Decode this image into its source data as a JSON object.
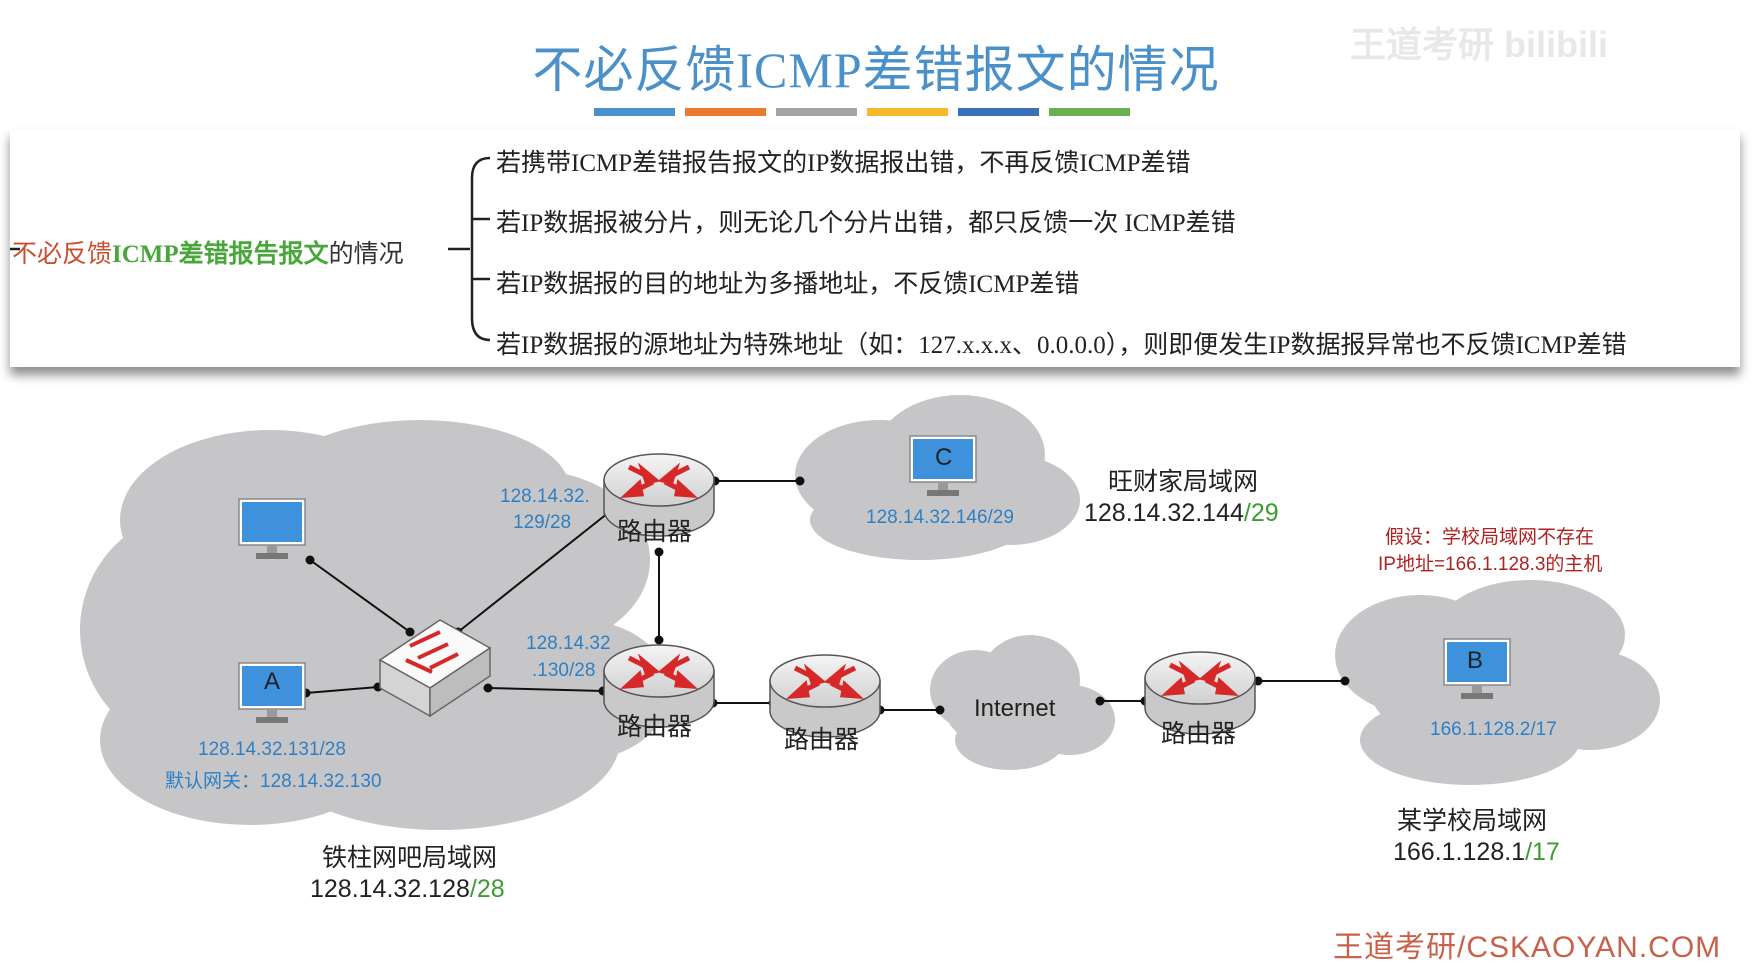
{
  "title": "不必反馈ICMP差错报文的情况",
  "watermark": "王道考研 bilibili",
  "color_bars": [
    "#4a90c9",
    "#ec7a2b",
    "#a4a4a4",
    "#f3b92a",
    "#3a6fb9",
    "#6ab04c"
  ],
  "card": {
    "label_pre": "不必反馈",
    "label_bold": "ICMP差错报告报文",
    "label_post": "的情况",
    "rules": [
      "若携带ICMP差错报告报文的IP数据报出错，不再反馈ICMP差错",
      "若IP数据报被分片，则无论几个分片出错，都只反馈一次 ICMP差错",
      "若IP数据报的目的地址为多播地址，不反馈ICMP差错",
      "若IP数据报的源地址为特殊地址（如：127.x.x.x、0.0.0.0），则即便发生IP数据报异常也不反馈ICMP差错"
    ]
  },
  "diagram": {
    "routers": [
      "路由器",
      "路由器",
      "路由器",
      "路由器"
    ],
    "hosts": {
      "a": "A",
      "b": "B",
      "c": "C"
    },
    "internet": "Internet",
    "labels": {
      "r1_ip_line1": "128.14.32.",
      "r1_ip_line2": "129/28",
      "r2_ip_line1": "128.14.32",
      "r2_ip_line2": ".130/28",
      "host_a_ip": "128.14.32.131/28",
      "host_a_gw": "默认网关：128.14.32.130",
      "host_c_ip": "128.14.32.146/29",
      "host_b_ip": "166.1.128.2/17",
      "assumption_line1": "假设：学校局域网不存在",
      "assumption_line2": "IP地址=166.1.128.3的主机"
    },
    "lans": {
      "left_name": "铁柱网吧局域网",
      "left_net": "128.14.32.128",
      "left_mask": "/28",
      "c_name": "旺财家局域网",
      "c_net": "128.14.32.144",
      "c_mask": "/29",
      "b_name": "某学校局域网",
      "b_net": "166.1.128.1",
      "b_mask": "/17"
    }
  },
  "footer": "王道考研/CSKAOYAN.COM"
}
